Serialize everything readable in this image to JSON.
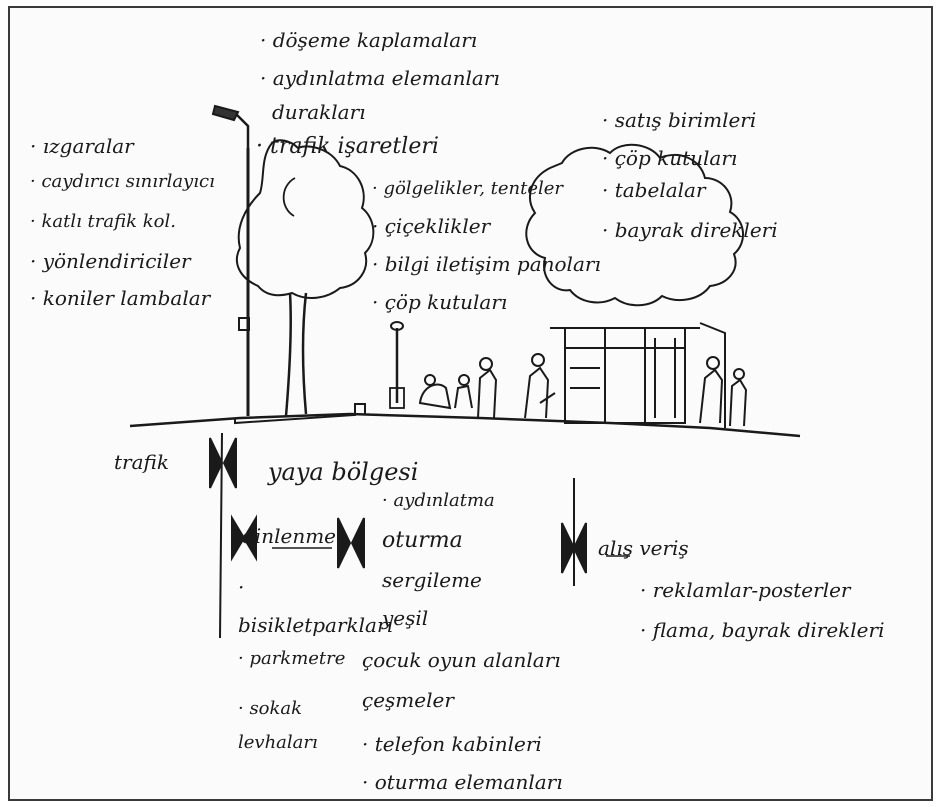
{
  "colors": {
    "ink": "#1a1a1a",
    "paper": "#fbfbfb",
    "frame": "#3a3a3a"
  },
  "top_items": [
    "· döşeme kaplamaları",
    "· aydınlatma elemanları",
    "durakları",
    "· trafik işaretleri"
  ],
  "left_items": [
    "· ızgaralar",
    "· caydırıcı sınırlayıcı",
    "· katlı trafik kol.",
    "· yönlendiriciler",
    "· koniler lambalar"
  ],
  "middle_items": [
    "· gölgelikler, tenteler",
    "· çiçeklikler",
    "· bilgi iletişim panoları",
    "· çöp kutuları"
  ],
  "right_items": [
    "· satış birimleri",
    "· çöp kutuları",
    "· tabelalar",
    "· bayrak direkleri"
  ],
  "zones": {
    "traffic": "trafik",
    "pedestrian": "yaya bölgesi",
    "rest": "dinlenme",
    "shopping": "alış veriş"
  },
  "lower_left_items": [
    "· bisikletparkları",
    "· parkmetre",
    "· sokak levhaları"
  ],
  "lower_middle_items": [
    "· aydınlatma",
    "oturma",
    "sergileme",
    "yeşil",
    "çocuk oyun alanları",
    "çeşmeler",
    "· telefon kabinleri",
    "· oturma elemanları"
  ],
  "lower_right_items": [
    "· reklamlar-posterler",
    "· flama, bayrak direkleri"
  ]
}
